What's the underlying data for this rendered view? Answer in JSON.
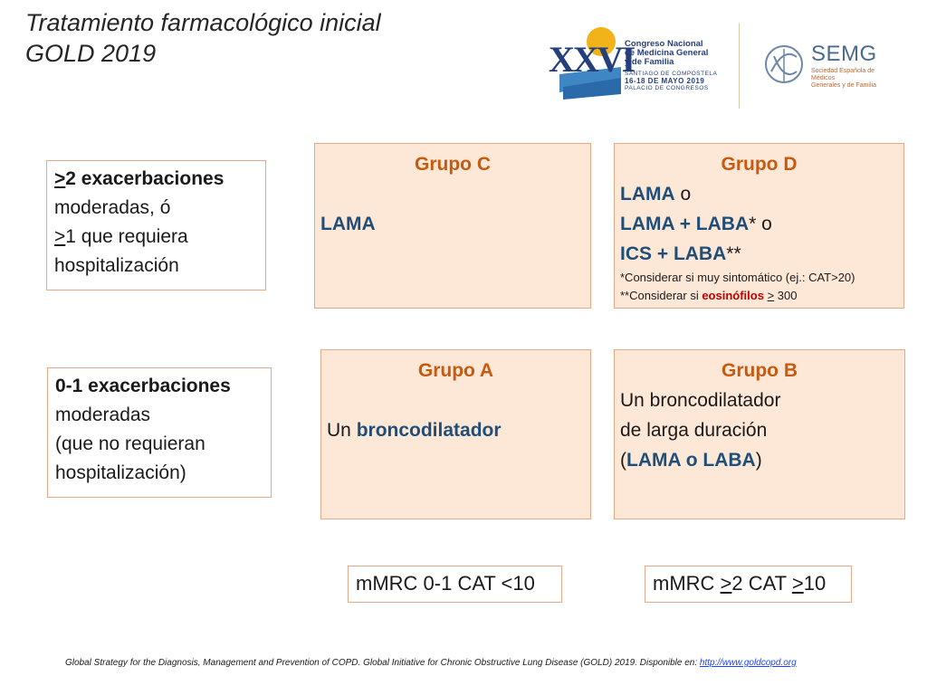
{
  "title": {
    "line1": "Tratamiento farmacológico inicial",
    "line2": "GOLD 2019"
  },
  "congress_logo": {
    "number": "XXVI",
    "line1": "Congreso Nacional",
    "line2": "de Medicina General",
    "line3": "y de Familia",
    "city": "SANTIAGO DE COMPOSTELA",
    "dates": "16-18 DE MAYO 2019",
    "venue": "PALACIO DE CONGRESOS"
  },
  "semg_logo": {
    "name": "SEMG",
    "sub1": "Sociedad Española de Médicos",
    "sub2": "Generales y de Familia"
  },
  "rows": {
    "high": {
      "bold_prefix": ">",
      "bold_rest": "2 exacerbaciones",
      "line2": "moderadas, ó",
      "line3_prefix": ">",
      "line3_rest": "1 que requiera",
      "line4": "hospitalización"
    },
    "low": {
      "bold": "0-1 exacerbaciones",
      "line2": "moderadas",
      "line3": "(que no requieran",
      "line4": "hospitalización)"
    }
  },
  "groups": {
    "c": {
      "title": "Grupo C",
      "drug": "LAMA"
    },
    "d": {
      "title": "Grupo D",
      "l1_drug": "LAMA",
      "l1_conj": " o",
      "l2_drug": "LAMA + LABA",
      "l2_conj": "* o",
      "l3_drug": "ICS + LABA",
      "l3_conj": "**",
      "note1": "*Considerar si muy sintomático (ej.: CAT>20)",
      "note2_pre": "**Considerar si ",
      "note2_red": "eosinófilos",
      "note2_gt": ">",
      "note2_post": " 300"
    },
    "a": {
      "title": "Grupo A",
      "pre": "Un ",
      "drug": "broncodilatador"
    },
    "b": {
      "title": "Grupo B",
      "line1": "Un broncodilatador",
      "line2": "de larga duración",
      "line3_open": "(",
      "line3_drug": "LAMA o LABA",
      "line3_close": ")"
    }
  },
  "mmrc": {
    "low": "mMRC 0-1 CAT <10",
    "high_a": "mMRC ",
    "high_gt1": ">",
    "high_b": "2 CAT ",
    "high_gt2": ">",
    "high_c": "10"
  },
  "footer": {
    "text": "Global Strategy for the Diagnosis, Management and Prevention of COPD. Global Initiative for Chronic Obstructive Lung Disease (GOLD) 2019. Disponible en: ",
    "link": "http://www.goldcopd.org"
  },
  "colors": {
    "group_title": "#c55a11",
    "drug_blue": "#1f4e79",
    "box_fill": "#fde8d8",
    "box_border": "#e2a888",
    "alert_red": "#c00000"
  }
}
